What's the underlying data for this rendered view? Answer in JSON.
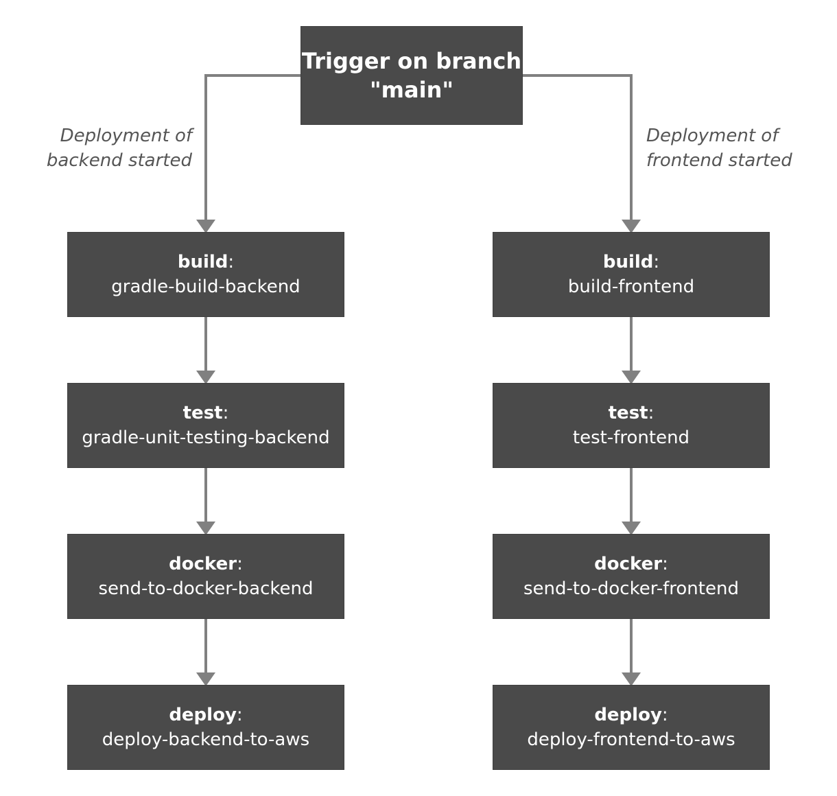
{
  "trigger": {
    "line1": "Trigger on branch",
    "line2": "\"main\""
  },
  "branches": {
    "backend": {
      "label_line1": "Deployment of",
      "label_line2": "backend started",
      "stages": [
        {
          "stage": "build",
          "job": "gradle-build-backend"
        },
        {
          "stage": "test",
          "job": "gradle-unit-testing-backend"
        },
        {
          "stage": "docker",
          "job": "send-to-docker-backend"
        },
        {
          "stage": "deploy",
          "job": "deploy-backend-to-aws"
        }
      ]
    },
    "frontend": {
      "label_line1": "Deployment of",
      "label_line2": "frontend started",
      "stages": [
        {
          "stage": "build",
          "job": "build-frontend"
        },
        {
          "stage": "test",
          "job": "test-frontend"
        },
        {
          "stage": "docker",
          "job": "send-to-docker-frontend"
        },
        {
          "stage": "deploy",
          "job": "deploy-frontend-to-aws"
        }
      ]
    }
  },
  "colors": {
    "node_fill": "#4a4a4a",
    "node_text": "#ffffff",
    "connector": "#808080",
    "label_text": "#555555"
  }
}
